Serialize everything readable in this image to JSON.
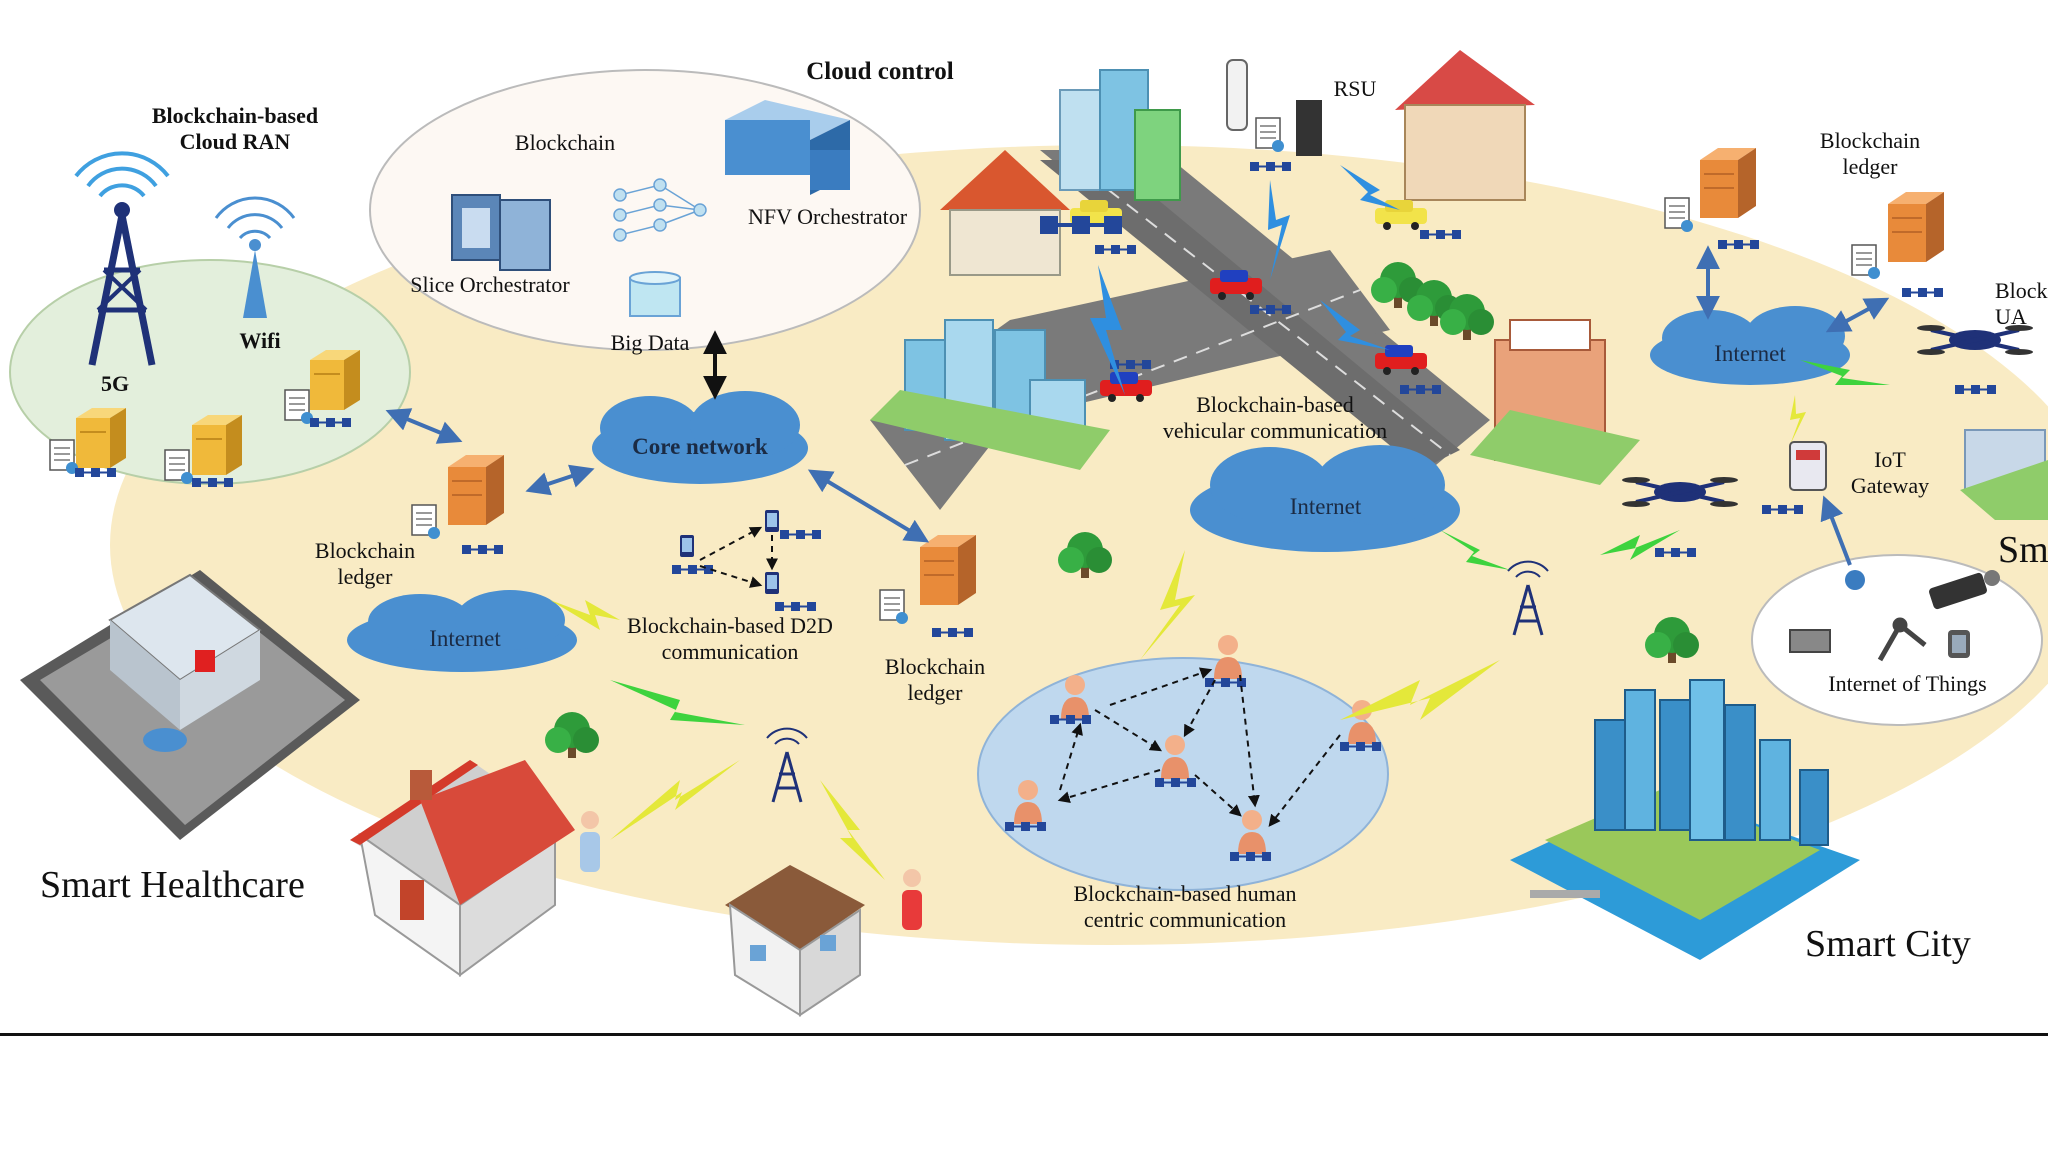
{
  "labels": {
    "cloud_control": "Cloud control",
    "blockchain_cloud_ran": "Blockchain-based\nCloud RAN",
    "blockchain": "Blockchain",
    "nfv_orchestrator": "NFV Orchestrator",
    "slice_orchestrator": "Slice Orchestrator",
    "big_data": "Big Data",
    "fiveg": "5G",
    "wifi": "Wifi",
    "core_network": "Core network",
    "rsu": "RSU",
    "blockchain_ledger": "Blockchain\nledger",
    "blockchain_ledger_right": "Blockchain\nledger",
    "blockchain_ledger_center": "Blockchain\nledger",
    "vehicular": "Blockchain-based\nvehicular communication",
    "internet": "Internet",
    "d2d": "Blockchain-based D2D\ncommunication",
    "human_centric": "Blockchain-based human\ncentric communication",
    "iot_gateway": "IoT\nGateway",
    "iot": "Internet of Things",
    "uav_partial": "Block\nUA",
    "smart_partial": "Sm",
    "smart_healthcare": "Smart Healthcare",
    "smart_city": "Smart City"
  },
  "colors": {
    "background": "#ffffff",
    "area": "#f9ebc4",
    "cloud": "#4a8fd0",
    "ellipse_green": "#e3efdc",
    "ellipse_blue": "#bfd8ee",
    "server_orange": "#e88a3a",
    "server_yellow": "#f0b93a",
    "road": "#777777",
    "link_arrow": "#3f6fb3",
    "lightning": "#e4e83a",
    "lightning_green": "#3ed33e",
    "tower": "#1f3178"
  },
  "icons": [
    "cell-tower-icon",
    "wifi-icon",
    "server-icon",
    "ledger-icon",
    "blockchain-chain-icon",
    "drone-icon",
    "car-icon",
    "person-icon",
    "house-icon",
    "tree-icon",
    "cloud-icon",
    "lightning-icon",
    "camera-icon",
    "robot-arm-icon",
    "smartwatch-icon",
    "smartphone-icon",
    "rsu-icon",
    "iot-gateway-icon",
    "neural-network-icon",
    "database-icon"
  ]
}
